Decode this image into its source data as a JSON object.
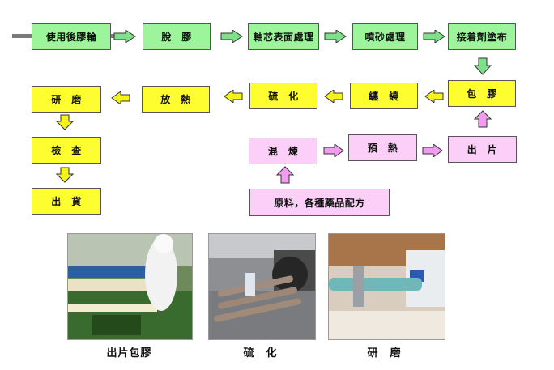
{
  "process": {
    "row1": [
      "使用後膠輪",
      "脫　膠",
      "軸芯表面處理",
      "噴砂處理",
      "接着劑塗布"
    ],
    "row2": [
      "包　膠",
      "纏　繞",
      "硫　化",
      "放　熱",
      "研　磨"
    ],
    "left_column": [
      "檢　查",
      "出　貨"
    ],
    "lower_row": [
      "混　煉",
      "預　熱",
      "出　片"
    ],
    "raw_materials": "原料，各種藥品配方"
  },
  "photos": {
    "captions": [
      "出片包膠",
      "硫　化",
      "研　磨"
    ]
  },
  "colors": {
    "stage_green": "#9cf59a",
    "stage_yellow": "#fdfd2f",
    "stage_pink": "#fccff8",
    "arrow_green": "#7fe08a",
    "arrow_yellow": "#f5f21c",
    "arrow_pink": "#f19cf0"
  }
}
